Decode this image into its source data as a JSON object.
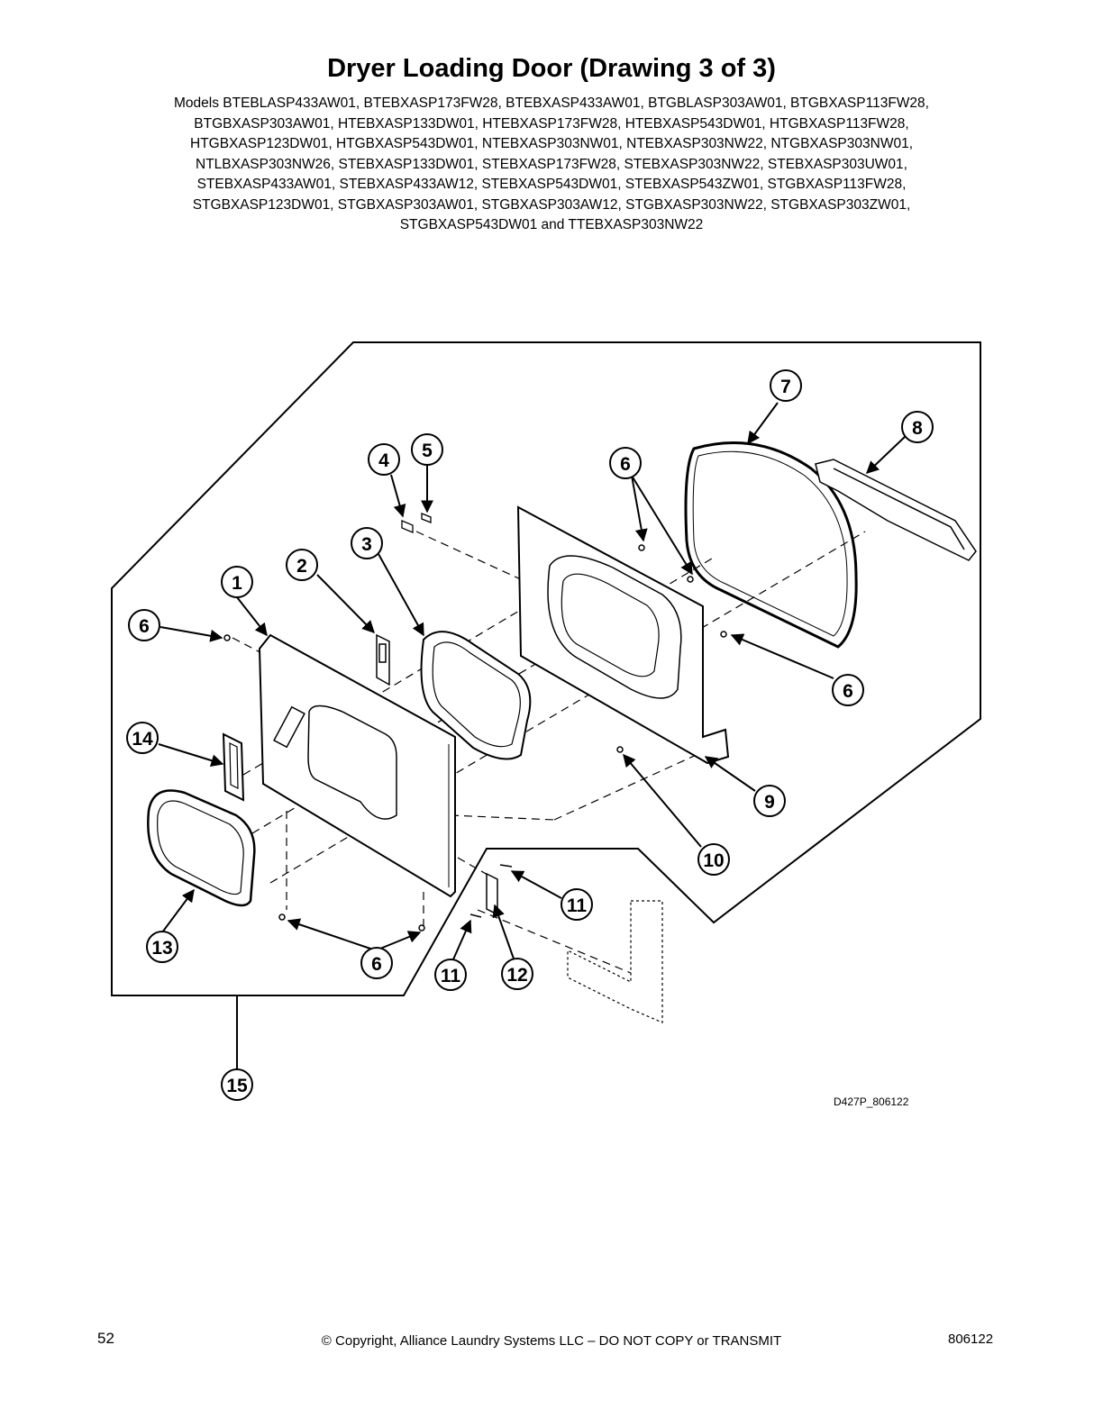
{
  "title": "Dryer Loading Door (Drawing 3 of 3)",
  "models": [
    "Models BTEBLASP433AW01, BTEBXASP173FW28, BTEBXASP433AW01, BTGBLASP303AW01, BTGBXASP113FW28,",
    "BTGBXASP303AW01, HTEBXASP133DW01, HTEBXASP173FW28, HTEBXASP543DW01, HTGBXASP113FW28,",
    "HTGBXASP123DW01, HTGBXASP543DW01, NTEBXASP303NW01, NTEBXASP303NW22, NTGBXASP303NW01,",
    "NTLBXASP303NW26, STEBXASP133DW01, STEBXASP173FW28, STEBXASP303NW22, STEBXASP303UW01,",
    "STEBXASP433AW01, STEBXASP433AW12, STEBXASP543DW01, STEBXASP543ZW01, STGBXASP113FW28,",
    "STGBXASP123DW01, STGBXASP303AW01, STGBXASP303AW12, STGBXASP303NW22, STGBXASP303ZW01,",
    "STGBXASP543DW01 and TTEBXASP303NW22"
  ],
  "callouts": [
    "1",
    "2",
    "3",
    "4",
    "5",
    "6",
    "6",
    "6",
    "6",
    "7",
    "8",
    "9",
    "10",
    "11",
    "11",
    "12",
    "13",
    "14",
    "15"
  ],
  "drawing_id": "D427P_806122",
  "footer": {
    "page_number": "52",
    "copyright": "© Copyright, Alliance Laundry Systems LLC – DO NOT COPY or TRANSMIT",
    "doc_number": "806122"
  }
}
